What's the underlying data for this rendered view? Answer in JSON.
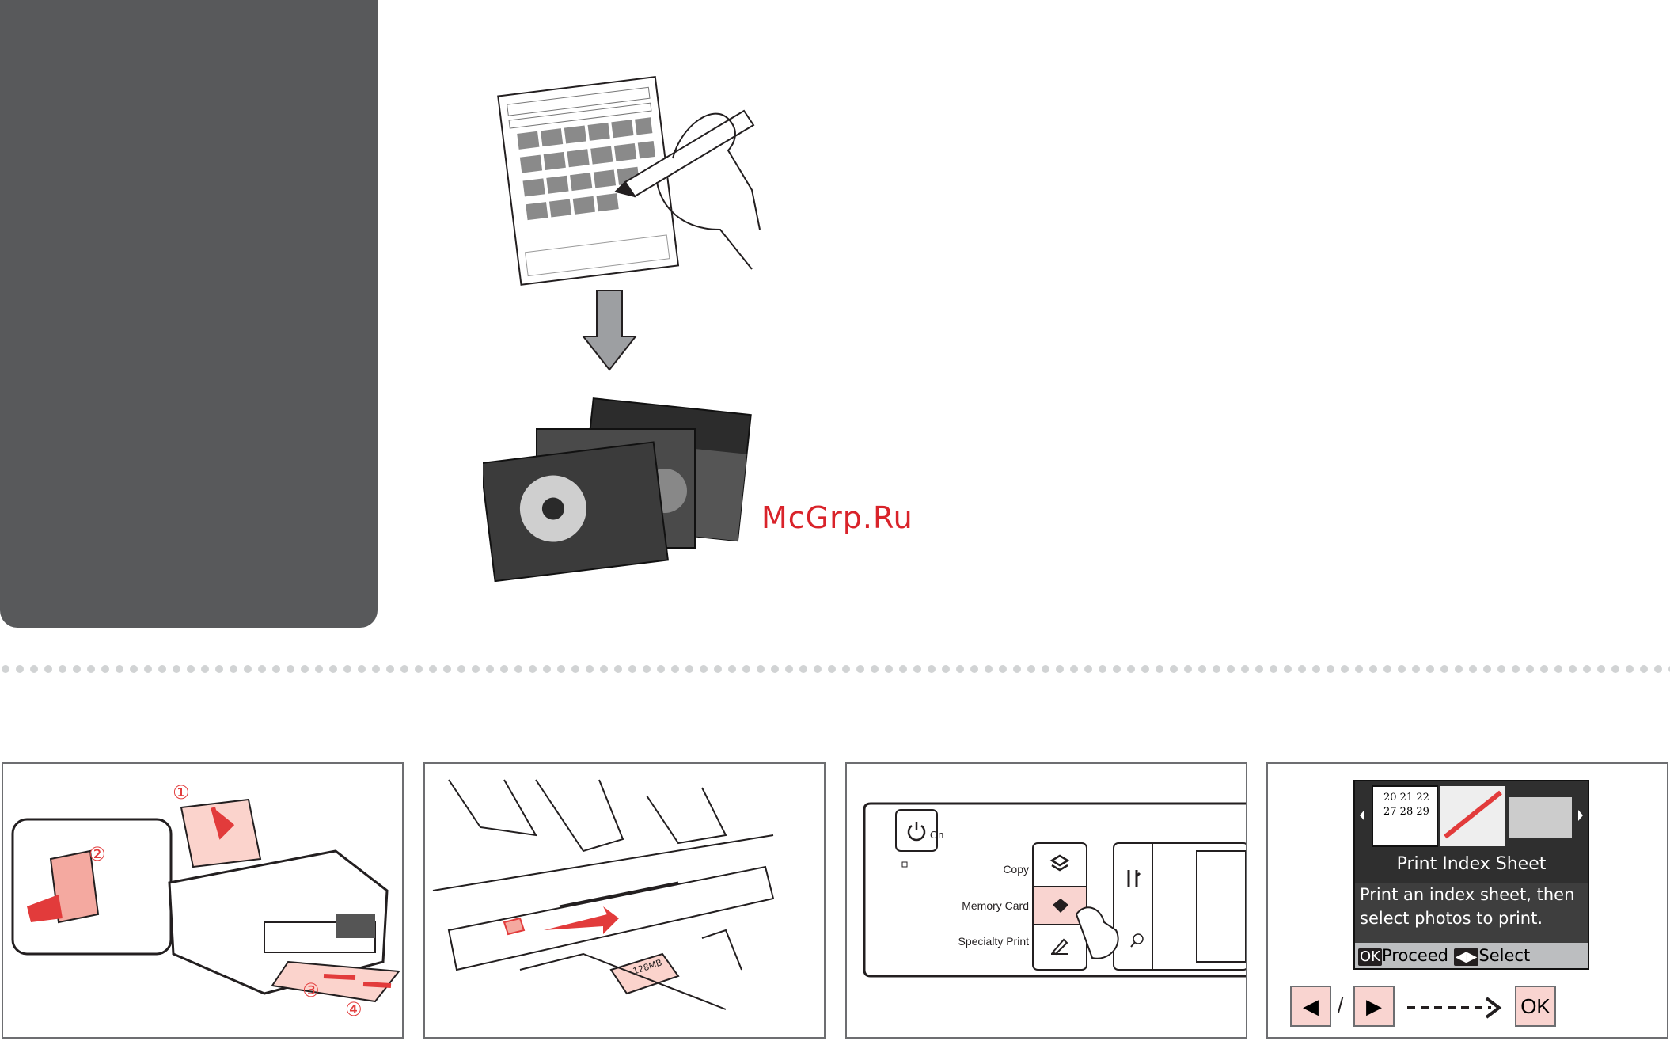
{
  "watermark": "McGrp.Ru",
  "steps": {
    "load_paper": {
      "markers": [
        "①",
        "②",
        "③",
        "④"
      ]
    },
    "memory_card": {
      "card_label": "128MB"
    },
    "control_panel": {
      "power_label": "On",
      "copy_label": "Copy",
      "memory_card_label": "Memory Card",
      "specialty_print_label": "Specialty Print"
    },
    "lcd": {
      "calendar_rows": [
        "20 21 22",
        "27 28 29"
      ],
      "title": "Print Index Sheet",
      "message_line1": "Print an index sheet, then",
      "message_line2": "select photos to print.",
      "ok_chip": "OK",
      "proceed_label": "Proceed",
      "select_label": "Select",
      "nav_separator": "/",
      "ok_button": "OK"
    }
  },
  "colors": {
    "sidebar": "#58595b",
    "accent_red": "#e23b3b",
    "button_pink": "#f9d4d0",
    "watermark": "#d9232a"
  },
  "icons": [
    "pencil-hand-icon",
    "down-arrow-icon",
    "power-icon",
    "copy-icon",
    "memory-card-icon",
    "specialty-print-icon",
    "setup-icon",
    "zoom-icon",
    "left-arrow-icon",
    "right-arrow-icon"
  ]
}
